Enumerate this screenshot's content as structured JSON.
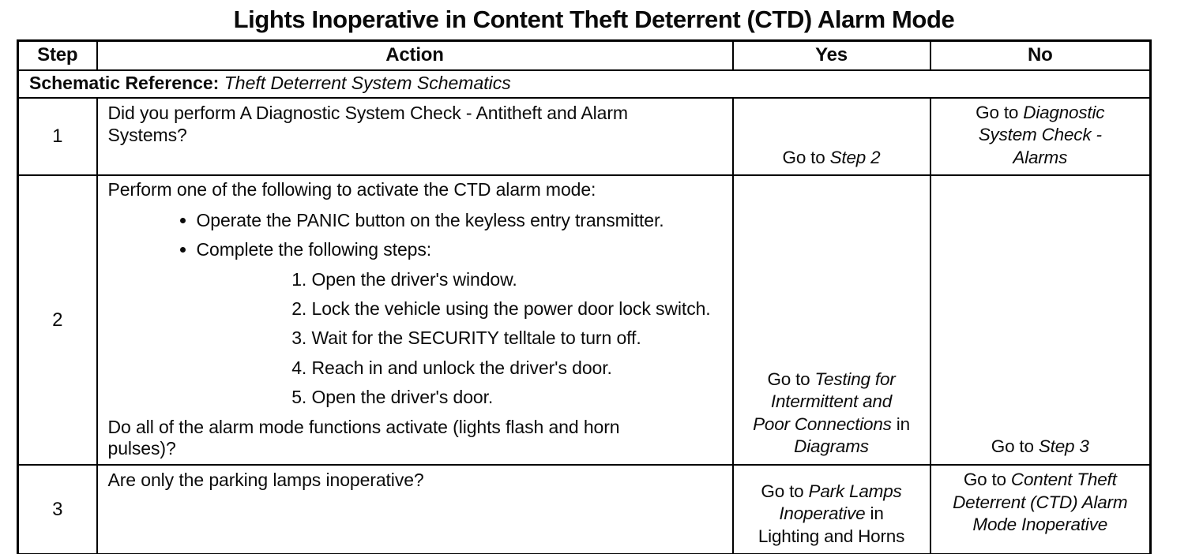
{
  "title": "Lights Inoperative in Content Theft Deterrent (CTD) Alarm Mode",
  "table": {
    "headers": [
      "Step",
      "Action",
      "Yes",
      "No"
    ],
    "schematic_reference": {
      "label": "Schematic Reference:",
      "value": "Theft Deterrent System Schematics"
    },
    "rows": [
      {
        "step": "1",
        "action": {
          "question": "Did you perform A Diagnostic System Check -  Antitheft and Alarm Systems?"
        },
        "yes": [
          {
            "text": "Go to ",
            "italic": false
          },
          {
            "text": "Step 2",
            "italic": true
          }
        ],
        "no": [
          {
            "text": "Go to ",
            "italic": false
          },
          {
            "text": "Diagnostic System Check - Alarms",
            "italic": true
          }
        ]
      },
      {
        "step": "2",
        "action": {
          "intro": "Perform one of the following to activate the CTD alarm mode:",
          "bullets": [
            "Operate the PANIC button on the keyless entry transmitter.",
            "Complete the following steps:"
          ],
          "steps": [
            "Open the driver's window.",
            "Lock the vehicle using the power door lock switch.",
            "Wait for the SECURITY telltale to turn off.",
            "Reach in and unlock the driver's door.",
            "Open the driver's door."
          ],
          "question": "Do all of the alarm mode functions activate (lights flash and horn pulses)?"
        },
        "yes": [
          {
            "text": "Go to ",
            "italic": false
          },
          {
            "text": "Testing for Intermittent and Poor Connections",
            "italic": true
          },
          {
            "text": " in ",
            "italic": false
          },
          {
            "text": "Diagrams",
            "italic": true
          }
        ],
        "no": [
          {
            "text": "Go to ",
            "italic": false
          },
          {
            "text": "Step 3",
            "italic": true
          }
        ]
      },
      {
        "step": "3",
        "action": {
          "question": "Are only the parking lamps inoperative?"
        },
        "yes": [
          {
            "text": "Go to ",
            "italic": false
          },
          {
            "text": "Park Lamps Inoperative",
            "italic": true
          },
          {
            "text": " in Lighting and Horns",
            "italic": false
          }
        ],
        "no": [
          {
            "text": "Go to ",
            "italic": false
          },
          {
            "text": "Content Theft Deterrent (CTD) Alarm Mode Inoperative",
            "italic": true
          }
        ]
      }
    ]
  }
}
